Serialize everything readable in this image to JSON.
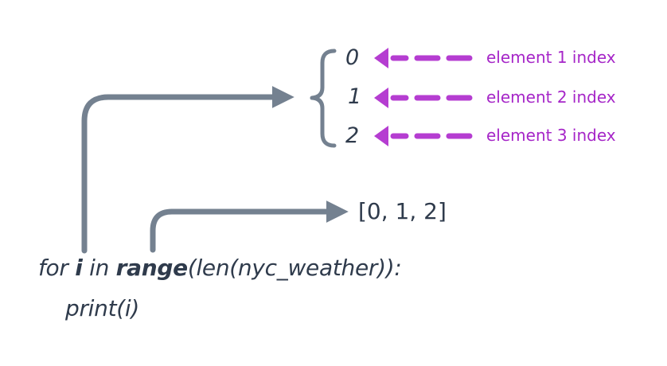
{
  "code": {
    "line1": {
      "kw_for": "for ",
      "var_i": "i",
      "kw_in": " in ",
      "fn_range": "range",
      "rest": "(len(nyc_weather)):"
    },
    "line2": "print(i)"
  },
  "range_output": "[0, 1, 2]",
  "indices": [
    {
      "value": "0",
      "label": "element 1 index"
    },
    {
      "value": "1",
      "label": "element 2 index"
    },
    {
      "value": "2",
      "label": "element 3 index"
    }
  ],
  "colors": {
    "arrow": "#748190",
    "label": "#a626c8",
    "text": "#2f3b4c"
  }
}
